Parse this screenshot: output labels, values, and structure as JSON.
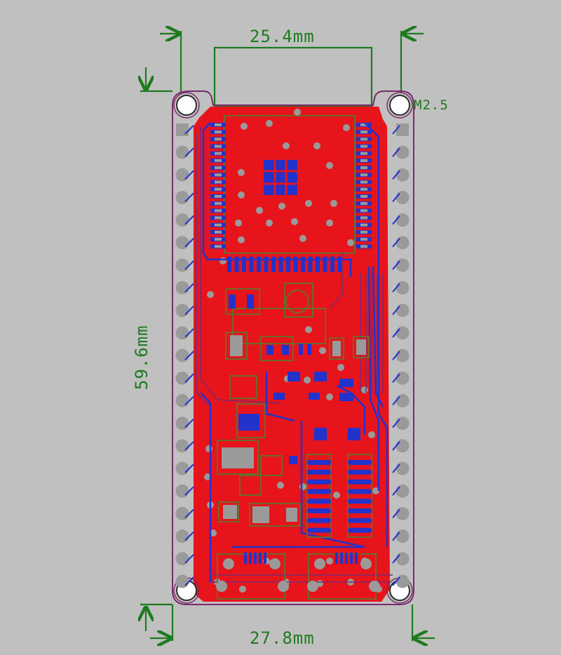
{
  "dimensions": {
    "top_width": "25.4mm",
    "bottom_width": "27.8mm",
    "height": "59.6mm",
    "mount_hole": "M2.5"
  },
  "colors": {
    "background": "#c0c0c0",
    "board_outline": "#7a2b6e",
    "copper_top": "#e8141b",
    "copper_bottom": "#2233cc",
    "silkscreen": "#6b6b2e",
    "pad": "#9a9a9a",
    "dimension": "#1e7a1e"
  },
  "board": {
    "left_header_pins": 21,
    "right_header_pins": 21,
    "mounting_holes": 4
  }
}
